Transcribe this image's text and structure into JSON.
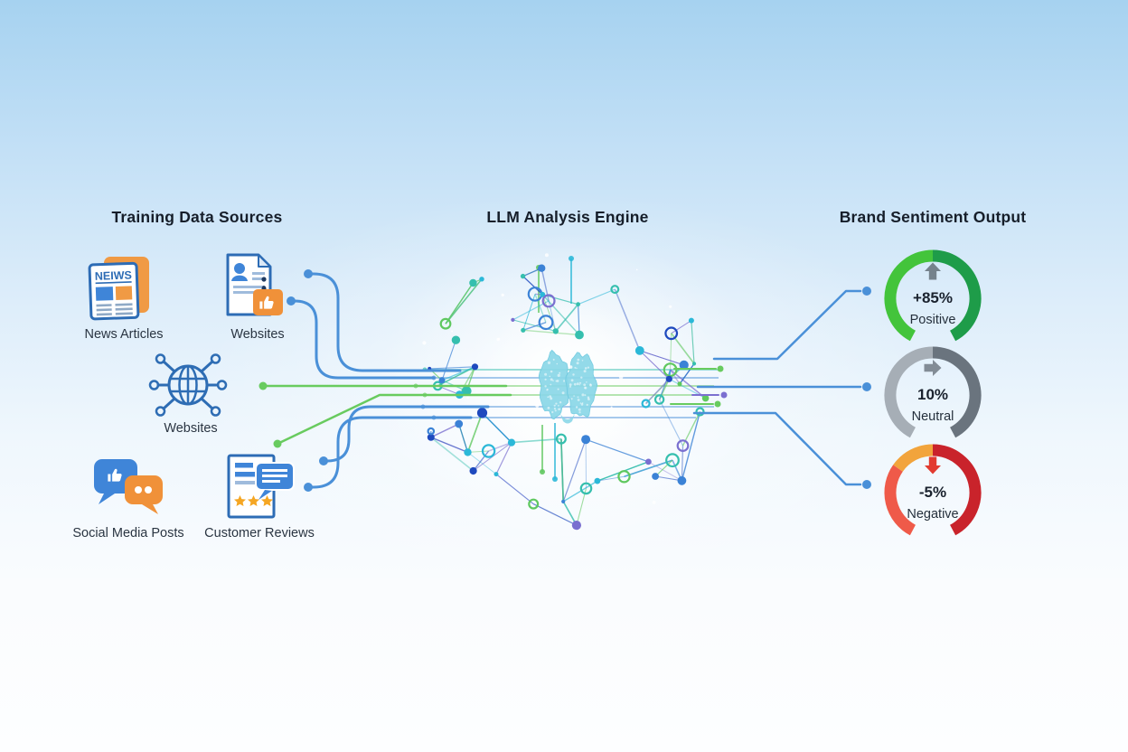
{
  "colors": {
    "background_top": "#A6D2F0",
    "background_bottom": "#FDFEFF",
    "connector_blue": "#4A90D8",
    "connector_green": "#68CB5F",
    "connector_purple": "#7B6FD0",
    "icon_blue": "#3F85D8",
    "icon_blue_dark": "#2D6CB5",
    "icon_orange": "#F09139",
    "star_orange": "#F5A623",
    "brain": "#8BD7E8",
    "heading_text": "#161E2A",
    "label_text": "#2A3542",
    "network_palette": [
      "#1E49BE",
      "#3B82D6",
      "#2BB8D8",
      "#7A6FD0",
      "#5FC85F",
      "#35BFAE"
    ]
  },
  "sources": {
    "title": "Training Data Sources",
    "items": [
      {
        "label": "News Articles",
        "icon": "newspaper-icon",
        "masthead": "NEIWS"
      },
      {
        "label": "Websites",
        "icon": "document-thumbs-up-icon"
      },
      {
        "label": "Websites",
        "icon": "globe-network-icon"
      },
      {
        "label": "Social Media Posts",
        "icon": "chat-bubbles-icon"
      },
      {
        "label": "Customer Reviews",
        "icon": "review-document-icon"
      }
    ]
  },
  "engine": {
    "title": "LLM Analysis Engine",
    "icon": "brain-neural-network"
  },
  "output": {
    "title": "Brand Sentiment Output",
    "gauges": [
      {
        "value": "+85%",
        "label": "Positive",
        "direction": "up",
        "arrow_color": "#75828C",
        "segments": [
          {
            "from": -152,
            "to": 0,
            "color": "#43C43B"
          },
          {
            "from": 0,
            "to": 152,
            "color": "#1E9C49"
          }
        ]
      },
      {
        "value": "10%",
        "label": "Neutral",
        "direction": "right",
        "arrow_color": "#828C96",
        "segments": [
          {
            "from": -152,
            "to": 0,
            "color": "#A6AEB6"
          },
          {
            "from": 0,
            "to": 152,
            "color": "#6A747E"
          }
        ]
      },
      {
        "value": "-5%",
        "label": "Negative",
        "direction": "down",
        "arrow_color": "#E23B30",
        "segments": [
          {
            "from": -152,
            "to": -55,
            "color": "#EF5A49"
          },
          {
            "from": -55,
            "to": 0,
            "color": "#F2A43C"
          },
          {
            "from": 0,
            "to": 152,
            "color": "#C9232B"
          }
        ]
      }
    ]
  }
}
